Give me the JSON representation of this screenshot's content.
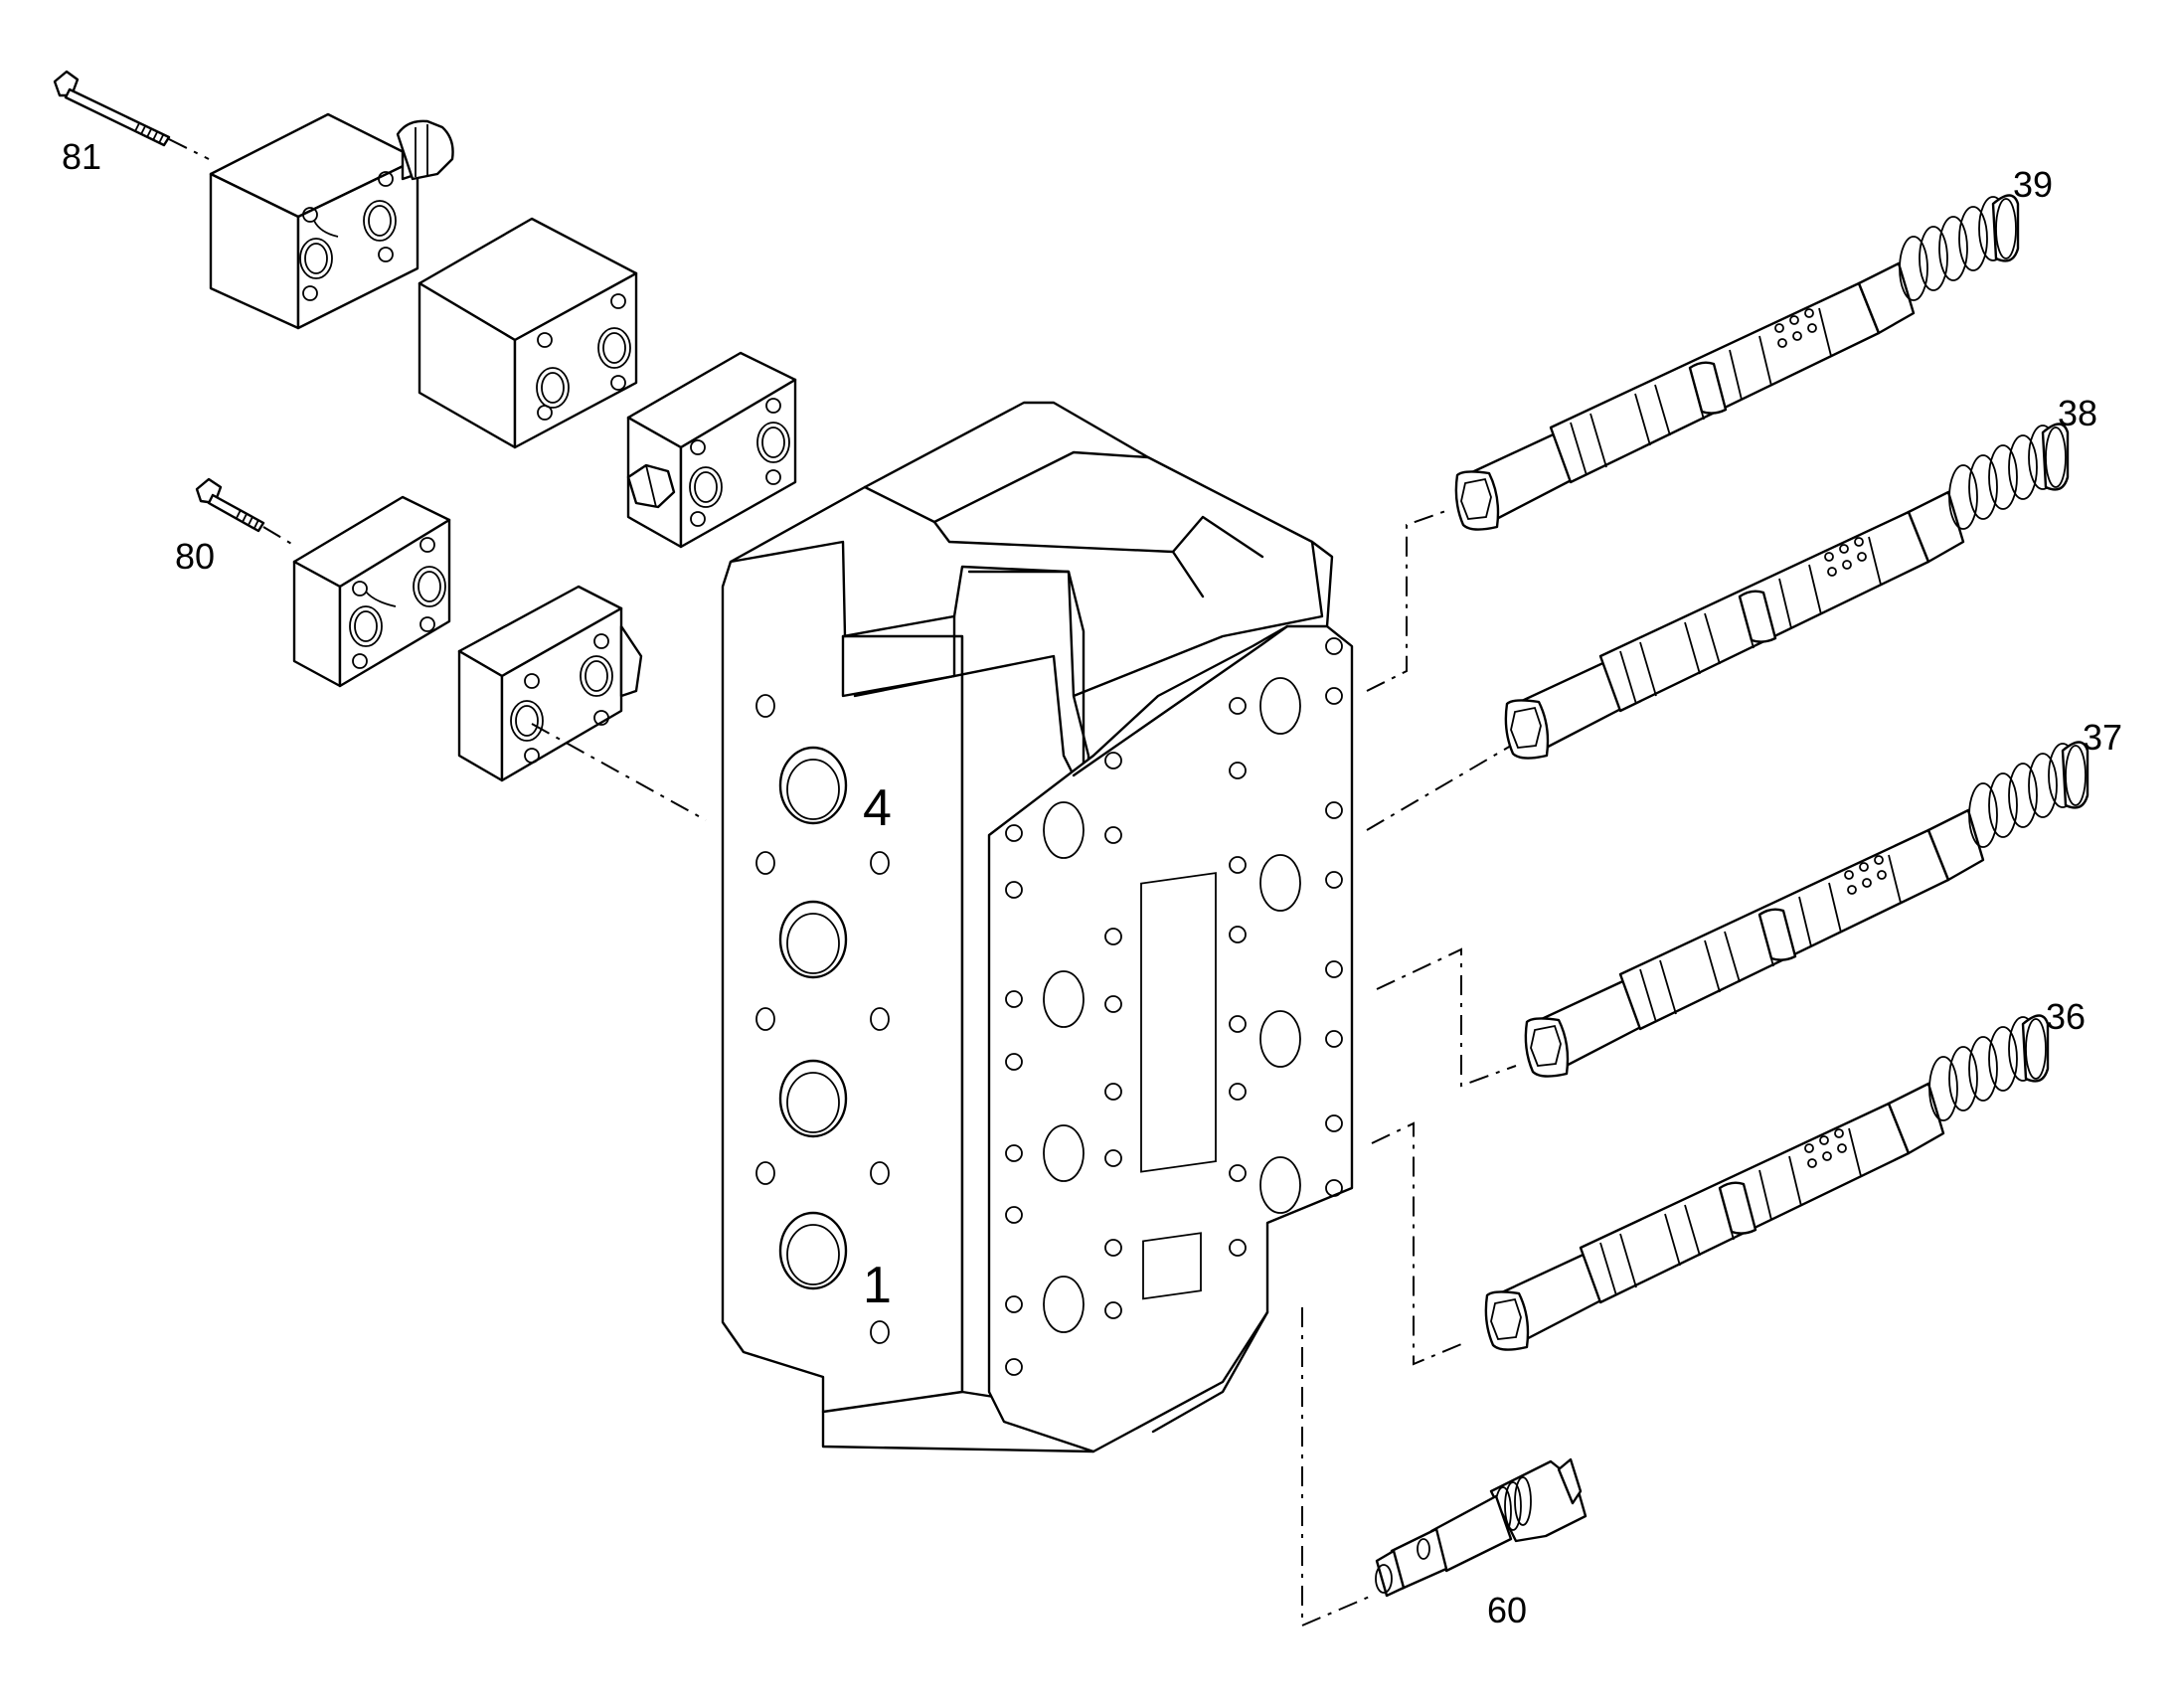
{
  "diagram": {
    "callouts": [
      "81",
      "80",
      "39",
      "38",
      "37",
      "36",
      "60"
    ],
    "port_labels": [
      "4",
      "1"
    ]
  }
}
